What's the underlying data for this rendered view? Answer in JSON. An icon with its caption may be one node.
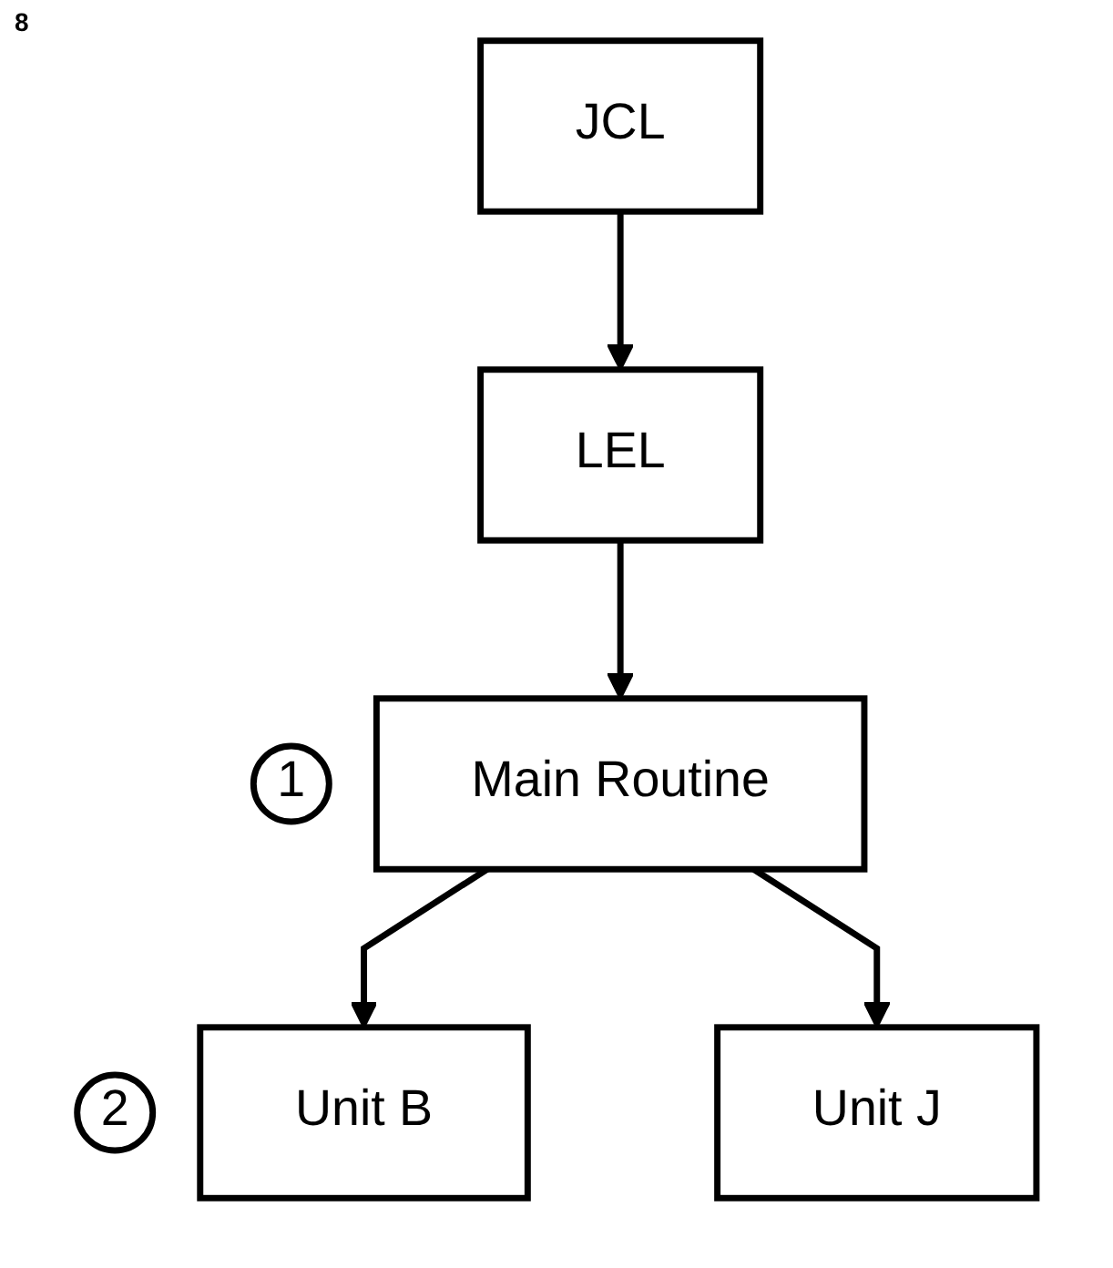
{
  "diagram": {
    "nodes": [
      {
        "text": [
          "JCL"
        ]
      },
      {
        "text": [
          "LEL"
        ]
      },
      {
        "text": [
          "Main Routine"
        ],
        "beside": [
          "1"
        ]
      },
      {
        "text": [
          "Unit B"
        ],
        "beside": [
          "2"
        ]
      },
      {
        "text": [
          "Unit J"
        ]
      }
    ],
    "edges": [
      {
        "from": 0,
        "to": 1,
        "arrow": "to"
      },
      {
        "from": 1,
        "to": 2,
        "arrow": "to"
      },
      {
        "from": 2,
        "to": 3,
        "arrow": "to"
      },
      {
        "from": 2,
        "to": 4,
        "arrow": "to"
      }
    ],
    "labels": [
      "8"
    ]
  }
}
